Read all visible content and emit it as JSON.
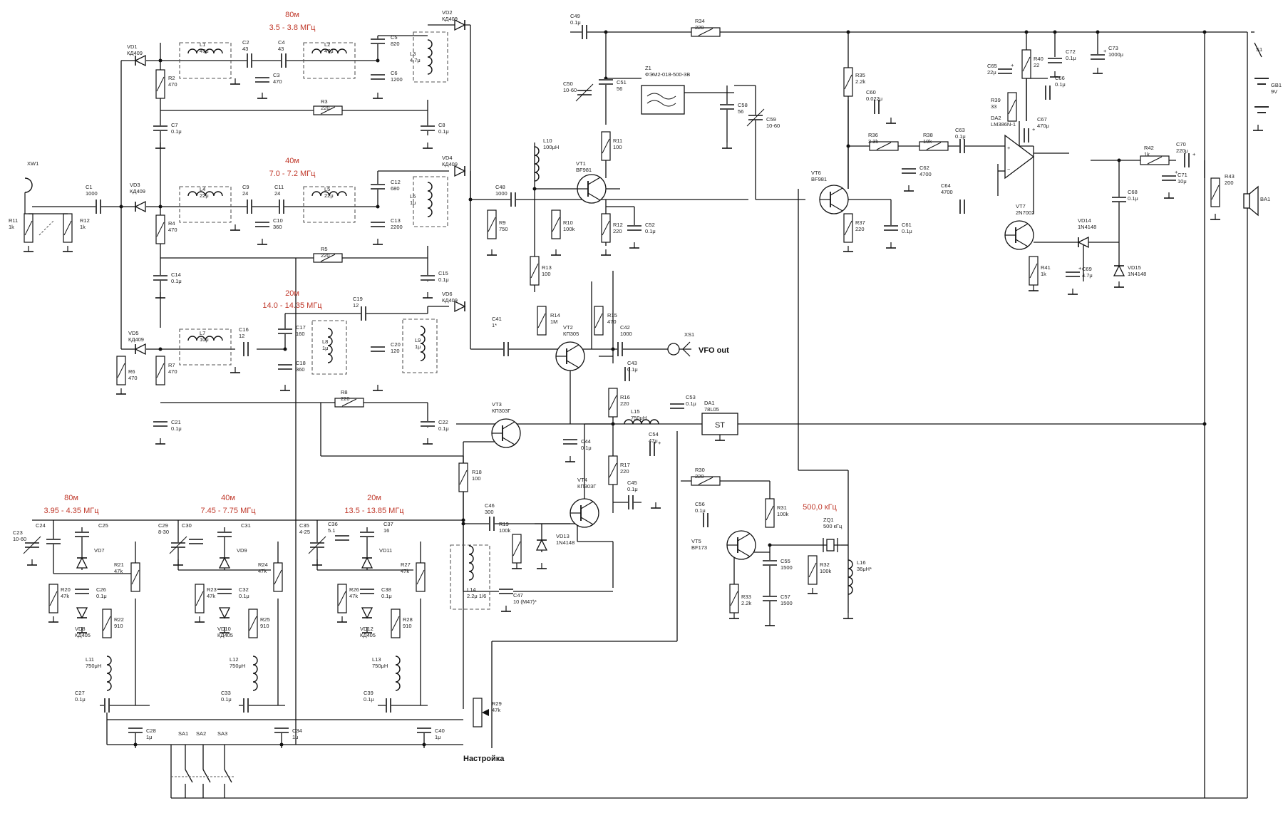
{
  "bands_top": [
    {
      "name": "80м",
      "freq": "3.5 - 3.8 МГц"
    },
    {
      "name": "40м",
      "freq": "7.0 - 7.2 МГц"
    },
    {
      "name": "20м",
      "freq": "14.0 - 14.35 МГц"
    }
  ],
  "bands_vco": [
    {
      "name": "80м",
      "freq": "3.95 - 4.35 МГц"
    },
    {
      "name": "40м",
      "freq": "7.45 - 7.75 МГц"
    },
    {
      "name": "20м",
      "freq": "13.5 - 13.85 МГц"
    }
  ],
  "if_label": "500,0 кГц",
  "vfo_out_label": "VFO out",
  "tuning_label": "Настройка",
  "accent_color": "#c0392b",
  "components": [
    {
      "ref": "XW1",
      "val": ""
    },
    {
      "ref": "R11",
      "val": "1k"
    },
    {
      "ref": "R12",
      "val": "1k"
    },
    {
      "ref": "C1",
      "val": "1000"
    },
    {
      "ref": "VD1",
      "val": "КД409"
    },
    {
      "ref": "VD2",
      "val": "КД409"
    },
    {
      "ref": "VD3",
      "val": "КД409"
    },
    {
      "ref": "VD4",
      "val": "КД409"
    },
    {
      "ref": "VD5",
      "val": "КД409"
    },
    {
      "ref": "VD6",
      "val": "КД409"
    },
    {
      "ref": "R2",
      "val": "470"
    },
    {
      "ref": "R4",
      "val": "470"
    },
    {
      "ref": "R6",
      "val": "470"
    },
    {
      "ref": "R7",
      "val": "470"
    },
    {
      "ref": "L1",
      "val": "47μ"
    },
    {
      "ref": "L2",
      "val": "47μ"
    },
    {
      "ref": "L3",
      "val": "4.7μ"
    },
    {
      "ref": "L4",
      "val": "22μ"
    },
    {
      "ref": "L5",
      "val": "22μ"
    },
    {
      "ref": "L6",
      "val": "1μ"
    },
    {
      "ref": "L7",
      "val": "10μ"
    },
    {
      "ref": "L8",
      "val": "1μ"
    },
    {
      "ref": "L9",
      "val": "1μ"
    },
    {
      "ref": "C2",
      "val": "43"
    },
    {
      "ref": "C3",
      "val": "470"
    },
    {
      "ref": "C4",
      "val": "43"
    },
    {
      "ref": "C5",
      "val": "820"
    },
    {
      "ref": "C6",
      "val": "1200"
    },
    {
      "ref": "C7",
      "val": "0.1μ"
    },
    {
      "ref": "C8",
      "val": "0.1μ"
    },
    {
      "ref": "C9",
      "val": "24"
    },
    {
      "ref": "C10",
      "val": "360"
    },
    {
      "ref": "C11",
      "val": "24"
    },
    {
      "ref": "C12",
      "val": "680"
    },
    {
      "ref": "C13",
      "val": "2200"
    },
    {
      "ref": "C14",
      "val": "0.1μ"
    },
    {
      "ref": "C15",
      "val": "0.1μ"
    },
    {
      "ref": "C16",
      "val": "12"
    },
    {
      "ref": "C17",
      "val": "160"
    },
    {
      "ref": "C18",
      "val": "360"
    },
    {
      "ref": "C19",
      "val": "12"
    },
    {
      "ref": "C20",
      "val": "120"
    },
    {
      "ref": "C21",
      "val": "0.1μ"
    },
    {
      "ref": "C22",
      "val": "0.1μ"
    },
    {
      "ref": "R3",
      "val": "220"
    },
    {
      "ref": "R5",
      "val": "220"
    },
    {
      "ref": "R8",
      "val": "220"
    },
    {
      "ref": "C23",
      "val": "10-60"
    },
    {
      "ref": "C24",
      "val": ""
    },
    {
      "ref": "C25",
      "val": ""
    },
    {
      "ref": "C26",
      "val": "0.1μ"
    },
    {
      "ref": "C27",
      "val": "0.1μ"
    },
    {
      "ref": "C28",
      "val": "1μ"
    },
    {
      "ref": "C29",
      "val": "8-30"
    },
    {
      "ref": "C30",
      "val": ""
    },
    {
      "ref": "C31",
      "val": ""
    },
    {
      "ref": "C32",
      "val": "0.1μ"
    },
    {
      "ref": "C33",
      "val": "0.1μ"
    },
    {
      "ref": "C34",
      "val": "1μ"
    },
    {
      "ref": "C35",
      "val": "4-25"
    },
    {
      "ref": "C36",
      "val": "5.1"
    },
    {
      "ref": "C37",
      "val": "16"
    },
    {
      "ref": "C38",
      "val": "0.1μ"
    },
    {
      "ref": "C39",
      "val": "0.1μ"
    },
    {
      "ref": "C40",
      "val": "1μ"
    },
    {
      "ref": "VD7",
      "val": ""
    },
    {
      "ref": "VD8",
      "val": "КД405"
    },
    {
      "ref": "VD9",
      "val": ""
    },
    {
      "ref": "VD10",
      "val": "КД405"
    },
    {
      "ref": "VD11",
      "val": ""
    },
    {
      "ref": "VD12",
      "val": "КД405"
    },
    {
      "ref": "R20",
      "val": "47k"
    },
    {
      "ref": "R21",
      "val": "47k"
    },
    {
      "ref": "R22",
      "val": "910"
    },
    {
      "ref": "R23",
      "val": "47k"
    },
    {
      "ref": "R24",
      "val": "47k"
    },
    {
      "ref": "R25",
      "val": "910"
    },
    {
      "ref": "R26",
      "val": "47k"
    },
    {
      "ref": "R27",
      "val": "47k"
    },
    {
      "ref": "R28",
      "val": "910"
    },
    {
      "ref": "L11",
      "val": "750μH"
    },
    {
      "ref": "L12",
      "val": "750μH"
    },
    {
      "ref": "L13",
      "val": "750μH"
    },
    {
      "ref": "SA1",
      "val": ""
    },
    {
      "ref": "SA2",
      "val": ""
    },
    {
      "ref": "SA3",
      "val": ""
    },
    {
      "ref": "R29",
      "val": "47k"
    },
    {
      "ref": "C41",
      "val": "1*"
    },
    {
      "ref": "C42",
      "val": "1000"
    },
    {
      "ref": "C43",
      "val": "0.1μ"
    },
    {
      "ref": "C44",
      "val": "0.1μ"
    },
    {
      "ref": "C45",
      "val": "0.1μ"
    },
    {
      "ref": "C46",
      "val": "300"
    },
    {
      "ref": "C47",
      "val": "10 (М47)*"
    },
    {
      "ref": "C48",
      "val": "1000"
    },
    {
      "ref": "C49",
      "val": "0.1μ"
    },
    {
      "ref": "C50",
      "val": "10-60"
    },
    {
      "ref": "C51",
      "val": "56"
    },
    {
      "ref": "C52",
      "val": "0.1μ"
    },
    {
      "ref": "C53",
      "val": "0.1μ"
    },
    {
      "ref": "C54",
      "val": "47μ"
    },
    {
      "ref": "C55",
      "val": "1500"
    },
    {
      "ref": "C56",
      "val": "0.1μ"
    },
    {
      "ref": "C57",
      "val": "1500"
    },
    {
      "ref": "C58",
      "val": "56"
    },
    {
      "ref": "C59",
      "val": "10-60"
    },
    {
      "ref": "C60",
      "val": "0.022μ"
    },
    {
      "ref": "C61",
      "val": "0.1μ"
    },
    {
      "ref": "C62",
      "val": "4700"
    },
    {
      "ref": "C63",
      "val": "0.1μ"
    },
    {
      "ref": "C64",
      "val": "4700"
    },
    {
      "ref": "C65",
      "val": "22μ"
    },
    {
      "ref": "C66",
      "val": "0.1μ"
    },
    {
      "ref": "C67",
      "val": "470μ"
    },
    {
      "ref": "C68",
      "val": "0.1μ"
    },
    {
      "ref": "C69",
      "val": "4.7μ"
    },
    {
      "ref": "C70",
      "val": "220μ"
    },
    {
      "ref": "C71",
      "val": "10μ"
    },
    {
      "ref": "C72",
      "val": "0.1μ"
    },
    {
      "ref": "C73",
      "val": "1000μ"
    },
    {
      "ref": "R9",
      "val": "750"
    },
    {
      "ref": "R10",
      "val": "100k"
    },
    {
      "ref": "R11",
      "val": "100"
    },
    {
      "ref": "R12",
      "val": "220"
    },
    {
      "ref": "R13",
      "val": "100"
    },
    {
      "ref": "R14",
      "val": "1M"
    },
    {
      "ref": "R15",
      "val": "470"
    },
    {
      "ref": "R16",
      "val": "220"
    },
    {
      "ref": "R17",
      "val": "220"
    },
    {
      "ref": "R18",
      "val": "100"
    },
    {
      "ref": "R19",
      "val": "100k"
    },
    {
      "ref": "R30",
      "val": "220"
    },
    {
      "ref": "R31",
      "val": "100k"
    },
    {
      "ref": "R32",
      "val": "100k"
    },
    {
      "ref": "R33",
      "val": "2.2k"
    },
    {
      "ref": "R34",
      "val": "220"
    },
    {
      "ref": "R35",
      "val": "2.2k"
    },
    {
      "ref": "R36",
      "val": "3.3k"
    },
    {
      "ref": "R37",
      "val": "220"
    },
    {
      "ref": "R38",
      "val": "10k"
    },
    {
      "ref": "R39",
      "val": "33"
    },
    {
      "ref": "R40",
      "val": "22"
    },
    {
      "ref": "R41",
      "val": "1k"
    },
    {
      "ref": "R42",
      "val": "1k"
    },
    {
      "ref": "R43",
      "val": "200"
    },
    {
      "ref": "L10",
      "val": "100μH"
    },
    {
      "ref": "L14",
      "val": "2.2μ 1/6"
    },
    {
      "ref": "L15",
      "val": "750μH"
    },
    {
      "ref": "L16",
      "val": "36μH*"
    },
    {
      "ref": "VT1",
      "val": "BF981"
    },
    {
      "ref": "VT2",
      "val": "КП305"
    },
    {
      "ref": "VT3",
      "val": "КП303Г"
    },
    {
      "ref": "VT4",
      "val": "КП303Г"
    },
    {
      "ref": "VT5",
      "val": "BF173"
    },
    {
      "ref": "VT6",
      "val": "BF981"
    },
    {
      "ref": "VT7",
      "val": "2N7002"
    },
    {
      "ref": "VD13",
      "val": "1N4148"
    },
    {
      "ref": "VD14",
      "val": "1N4148"
    },
    {
      "ref": "VD15",
      "val": "1N4148"
    },
    {
      "ref": "Z1",
      "val": "ФЭМ2-018-500-3В"
    },
    {
      "ref": "ZQ1",
      "val": "500 кГц"
    },
    {
      "ref": "DA1",
      "val": "78L05"
    },
    {
      "ref": "DA1_mark",
      "val": "ST"
    },
    {
      "ref": "DA2",
      "val": "LM386N-1"
    },
    {
      "ref": "XS1",
      "val": ""
    },
    {
      "ref": "S1",
      "val": ""
    },
    {
      "ref": "GB1",
      "val": "9V"
    },
    {
      "ref": "BA1",
      "val": ""
    }
  ]
}
